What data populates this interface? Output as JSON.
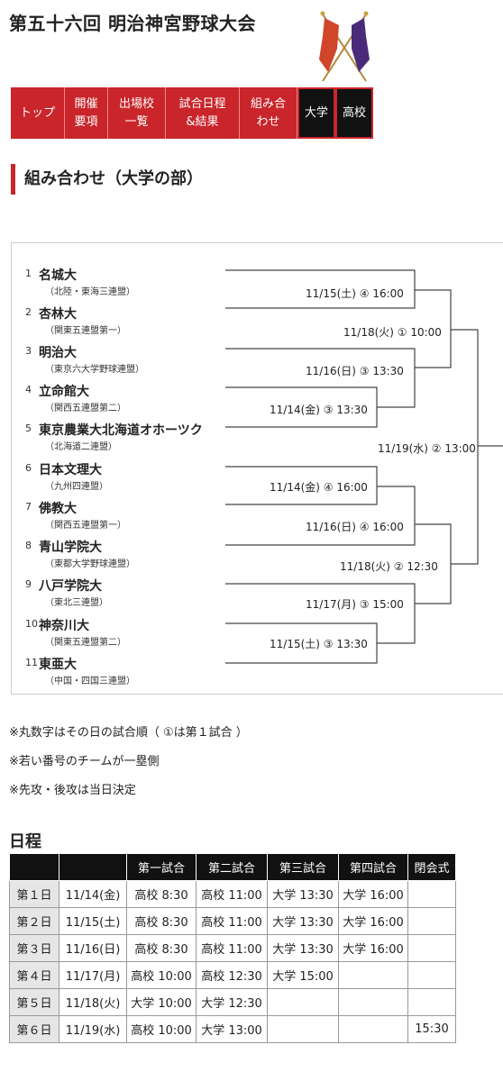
{
  "site": {
    "title": "第五十六回 明治神宮野球大会"
  },
  "nav": {
    "items": [
      {
        "line1": "トップ",
        "line2": ""
      },
      {
        "line1": "開催",
        "line2": "要項"
      },
      {
        "line1": "出場校",
        "line2": "一覧"
      },
      {
        "line1": "試合日程",
        "line2": "&結果"
      },
      {
        "line1": "組み合",
        "line2": "わせ"
      }
    ],
    "university": "大学",
    "highschool": "高校"
  },
  "section": {
    "title": "組み合わせ（大学の部）"
  },
  "teams": [
    {
      "num": "1",
      "name": "名城大",
      "league": "（北陸・東海三連盟）"
    },
    {
      "num": "2",
      "name": "杏林大",
      "league": "（関東五連盟第一）"
    },
    {
      "num": "3",
      "name": "明治大",
      "league": "（東京六大学野球連盟）"
    },
    {
      "num": "4",
      "name": "立命館大",
      "league": "（関西五連盟第二）"
    },
    {
      "num": "5",
      "name": "東京農業大北海道オホーツク",
      "league": "（北海道二連盟）"
    },
    {
      "num": "6",
      "name": "日本文理大",
      "league": "（九州四連盟）"
    },
    {
      "num": "7",
      "name": "佛教大",
      "league": "（関西五連盟第一）"
    },
    {
      "num": "8",
      "name": "青山学院大",
      "league": "（東都大学野球連盟）"
    },
    {
      "num": "9",
      "name": "八戸学院大",
      "league": "（東北三連盟）"
    },
    {
      "num": "10",
      "name": "神奈川大",
      "league": "（関東五連盟第二）"
    },
    {
      "num": "11",
      "name": "東亜大",
      "league": "（中国・四国三連盟）"
    }
  ],
  "matches": {
    "m1": "11/15(土) ④ 16:00",
    "m2": "11/18(火) ① 10:00",
    "m3": "11/16(日) ③ 13:30",
    "m4": "11/14(金) ③ 13:30",
    "m5": "11/19(水) ② 13:00",
    "m6": "11/14(金) ④ 16:00",
    "m7": "11/16(日) ④ 16:00",
    "m8": "11/18(火) ② 12:30",
    "m9": "11/17(月) ③ 15:00",
    "m10": "11/15(土) ③ 13:30"
  },
  "notes": [
    "※丸数字はその日の試合順（ ①は第１試合 ）",
    "※若い番号のチームが一塁側",
    "※先攻・後攻は当日決定"
  ],
  "schedule": {
    "title": "日程",
    "headers": [
      "",
      "",
      "第一試合",
      "第二試合",
      "第三試合",
      "第四試合",
      "閉会式"
    ],
    "rows": [
      [
        "第１日",
        "11/14(金)",
        "高校 8:30",
        "高校 11:00",
        "大学 13:30",
        "大学 16:00",
        ""
      ],
      [
        "第２日",
        "11/15(土)",
        "高校 8:30",
        "高校 11:00",
        "大学 13:30",
        "大学 16:00",
        ""
      ],
      [
        "第３日",
        "11/16(日)",
        "高校 8:30",
        "高校 11:00",
        "大学 13:30",
        "大学 16:00",
        ""
      ],
      [
        "第４日",
        "11/17(月)",
        "高校 10:00",
        "高校 12:30",
        "大学 15:00",
        "",
        ""
      ],
      [
        "第５日",
        "11/18(火)",
        "大学 10:00",
        "大学 12:30",
        "",
        "",
        ""
      ],
      [
        "第６日",
        "11/19(水)",
        "高校 10:00",
        "大学 13:00",
        "",
        "",
        "15:30"
      ]
    ]
  }
}
